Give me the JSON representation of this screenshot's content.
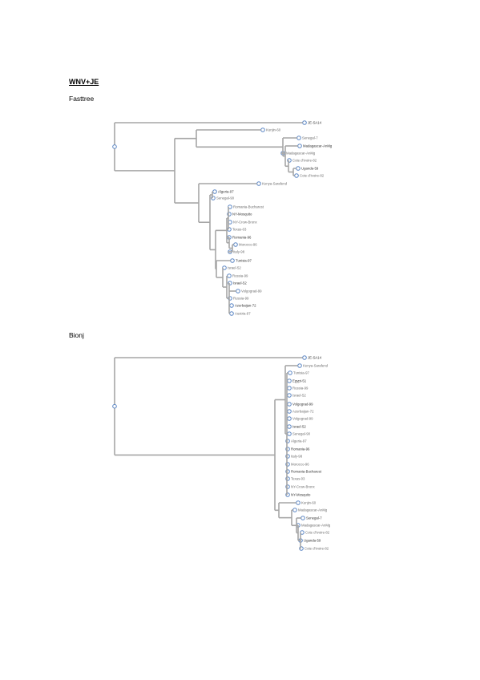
{
  "document": {
    "heading": "WNV+JE",
    "trees": [
      {
        "title": "Fasttree",
        "leaves": [
          "JE-SA14",
          "Kunjin-60",
          "Senegal-7",
          "Madagascar-AnMg",
          "Madagascar-AnMg",
          "Cote d'Ivoire-82",
          "Uganda-59",
          "Cote d'Ivoire-82",
          "Kenya-Sarafend",
          "Algeria-97",
          "Senegal-90",
          "Romania-Bucharest",
          "NY-Mosquito",
          "NY-Crow-Bronx",
          "Texas-03",
          "Romania-96",
          "Morocco-96",
          "Italy-98",
          "Tunisia-97",
          "Israel-52",
          "Russia-99",
          "Israel-52",
          "Volgograd-99",
          "Russia-99",
          "Azerbaijan-72",
          "Austria-97"
        ]
      },
      {
        "title": "Bionj",
        "leaves": [
          "JE-SA14",
          "Kenya-Sarafend",
          "Tunisia-97",
          "Egypt-51",
          "Russia-99",
          "Israel-52",
          "Volgograd-99",
          "Azerbaijan-72",
          "Volgograd-99",
          "Israel-52",
          "Senegal-90",
          "Algeria-97",
          "Romania-96",
          "Italy-98",
          "Morocco-96",
          "Romania-Bucharest",
          "Texas-03",
          "NY-Crow-Bronx",
          "NY-Mosquito",
          "Kunjin-60",
          "Madagascar-AnMg",
          "Senegal-7",
          "Madagascar-AnMg",
          "Cote d'Ivoire-82",
          "Uganda-59",
          "Cote d'Ivoire-82"
        ]
      }
    ]
  }
}
